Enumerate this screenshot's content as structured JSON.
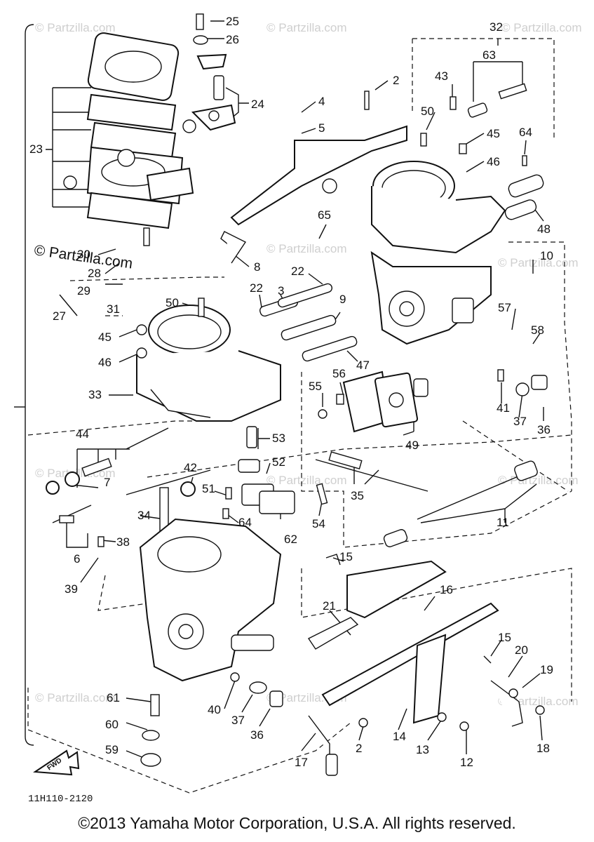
{
  "diagram": {
    "callouts": [
      "25",
      "26",
      "24",
      "23",
      "30",
      "28",
      "29",
      "27",
      "31",
      "50",
      "45",
      "46",
      "33",
      "44",
      "7",
      "6",
      "38",
      "39",
      "34",
      "42",
      "51",
      "64",
      "52",
      "53",
      "62",
      "54",
      "35",
      "55",
      "56",
      "49",
      "2",
      "4",
      "5",
      "43",
      "50",
      "45",
      "46",
      "64",
      "63",
      "32",
      "48",
      "65",
      "8",
      "22",
      "22",
      "3",
      "9",
      "47",
      "10",
      "57",
      "58",
      "41",
      "37",
      "36",
      "11",
      "15",
      "16",
      "21",
      "15",
      "20",
      "19",
      "18",
      "12",
      "13",
      "14",
      "2",
      "17",
      "61",
      "40",
      "37",
      "36",
      "60",
      "59"
    ],
    "watermark_text": "© Partzilla.com",
    "part_code": "11H110-2120",
    "fwd_label": "FWD",
    "copyright": "©2013 Yamaha Motor Corporation, U.S.A. All rights reserved.",
    "color_ink": "#111111",
    "color_watermark": "#cfcfcf"
  }
}
